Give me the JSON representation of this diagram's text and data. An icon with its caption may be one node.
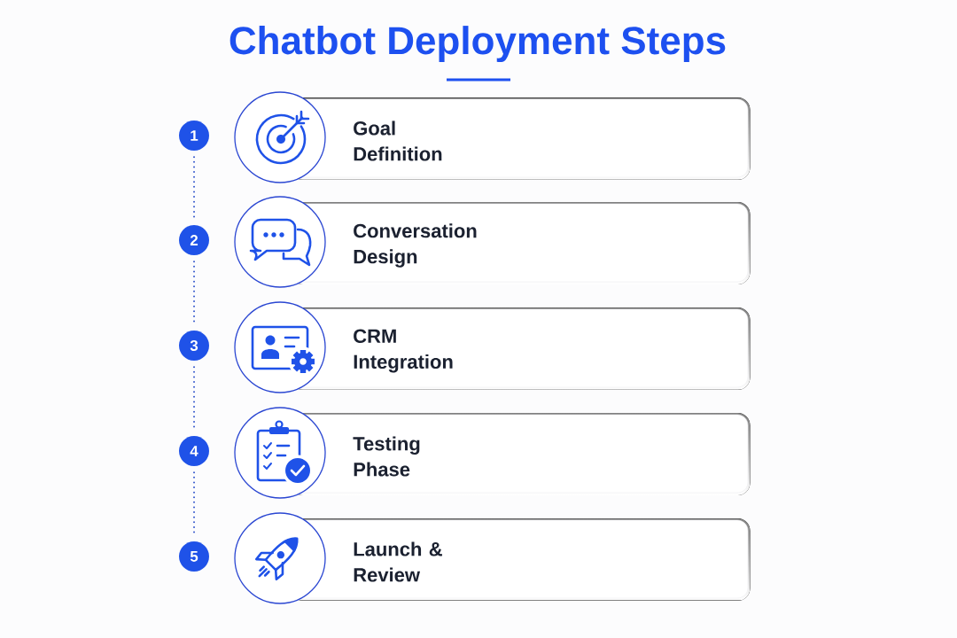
{
  "diagram": {
    "title": "Chatbot Deployment Steps",
    "nodes": [
      {
        "text": [
          "1"
        ]
      },
      {
        "text": [],
        "shape": "circle"
      },
      {
        "text": [
          "Goal Definition"
        ]
      },
      {
        "text": [
          "2"
        ]
      },
      {
        "text": [],
        "shape": "circle"
      },
      {
        "text": [
          "Conversation Design"
        ]
      },
      {
        "text": [
          "3"
        ]
      },
      {
        "text": [],
        "shape": "circle"
      },
      {
        "text": [
          "CRM Integration"
        ]
      },
      {
        "text": [
          "4"
        ]
      },
      {
        "text": [],
        "shape": "circle"
      },
      {
        "text": [
          "Testing Phase"
        ]
      },
      {
        "text": [
          "5"
        ]
      },
      {
        "text": [],
        "shape": "circle"
      },
      {
        "text": [
          "Launch & Review"
        ]
      }
    ],
    "edges": [
      {
        "from": 0,
        "to": 3,
        "arrow": "none",
        "style": "dashed"
      },
      {
        "from": 3,
        "to": 6,
        "arrow": "none",
        "style": "dashed"
      },
      {
        "from": 6,
        "to": 9,
        "arrow": "none",
        "style": "dashed"
      },
      {
        "from": 9,
        "to": 12,
        "arrow": "none",
        "style": "dashed"
      }
    ]
  }
}
